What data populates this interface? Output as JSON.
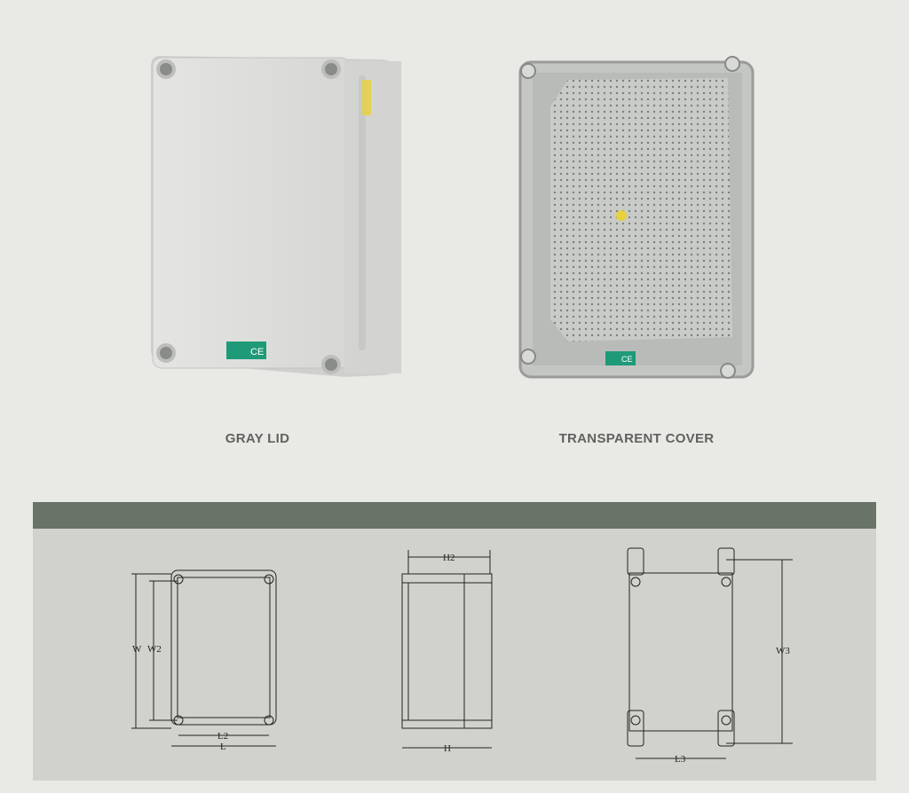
{
  "products": [
    {
      "label": "GRAY LID",
      "badge": "CE"
    },
    {
      "label": "TRANSPARENT COVER",
      "badge": "CE"
    }
  ],
  "diagrams": {
    "front": {
      "w": "W",
      "w2": "W2",
      "l2": "L2",
      "l": "L"
    },
    "side": {
      "h2": "H2",
      "h": "H"
    },
    "back": {
      "w3": "W3",
      "l3": "L3"
    }
  },
  "colors": {
    "background": "#e9eae5",
    "band": "#6a7368",
    "panel": "#d1d2cc",
    "badge": "#1f9a78"
  }
}
